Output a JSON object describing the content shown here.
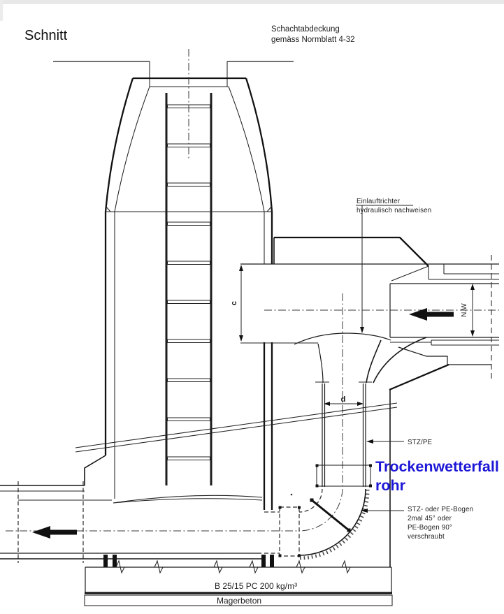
{
  "drawing": {
    "type": "technical-section-drawing",
    "subject": "manhole drop structure section",
    "labels": {
      "title": "Schnitt",
      "cover_note": [
        "Schachtabdeckung",
        "gemäss Normblatt 4-32"
      ],
      "funnel_note": [
        "Einlauftrichter",
        "hydraulisch nachweisen"
      ],
      "dim_c": "c",
      "dim_d": "d",
      "dim_nw": "N.W",
      "pipe_material": "STZ/PE",
      "drop_pipe": [
        "Trockenwetterfall",
        "rohr"
      ],
      "bend_note": [
        "STZ- oder PE-Bogen",
        "2mal 45° oder",
        "PE-Bogen 90°",
        "verschraubt"
      ],
      "concrete_spec": "B 25/15  PC 200 kg/m³",
      "base_layer": "Magerbeton"
    },
    "colors": {
      "ink": "#1a1a1a",
      "accent_blue": "#1c17d6",
      "background": "#ffffff",
      "edge_strip": "#e8e8e8"
    }
  }
}
